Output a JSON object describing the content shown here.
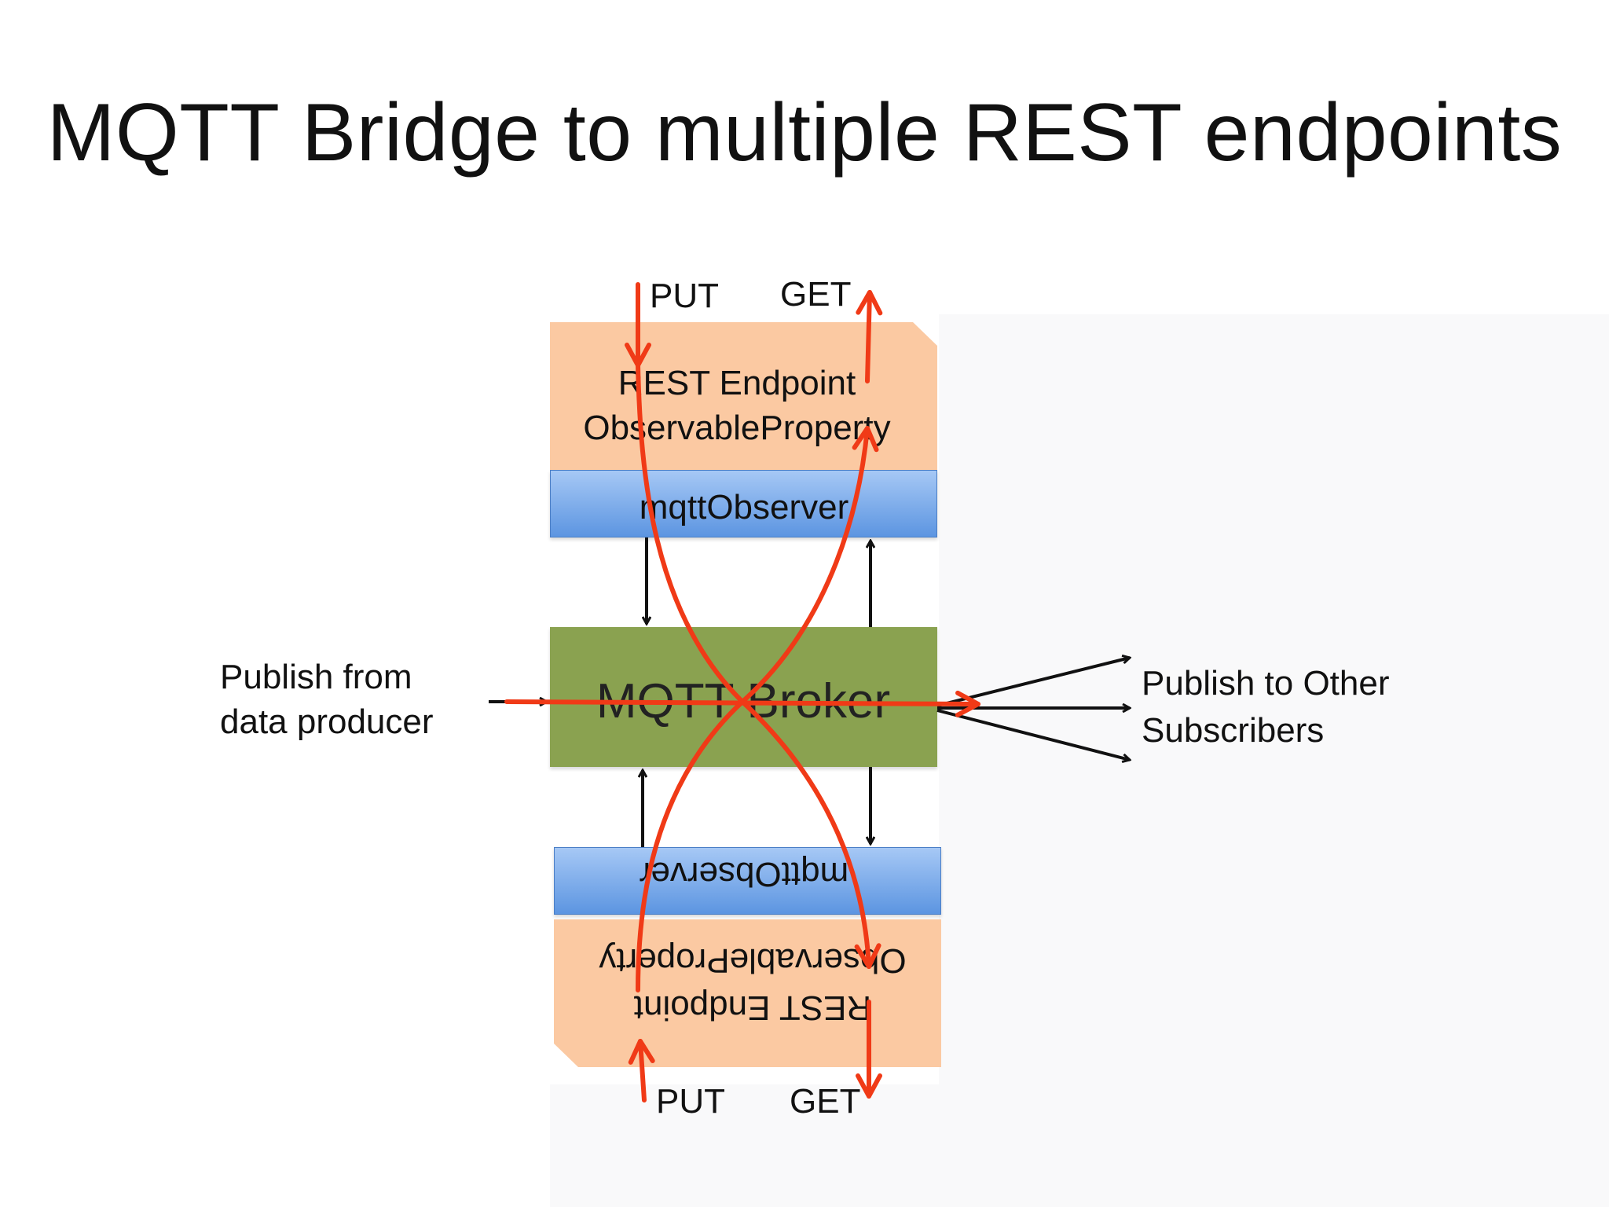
{
  "slide": {
    "title": "MQTT Bridge to multiple REST endpoints"
  },
  "top_endpoint": {
    "put_label": "PUT",
    "get_label": "GET",
    "rest_line1": "REST Endpoint",
    "rest_line2": "ObservableProperty",
    "observer_label": "mqttObserver"
  },
  "broker": {
    "label": "MQTT Broker"
  },
  "bottom_endpoint": {
    "put_label": "PUT",
    "get_label": "GET",
    "rest_line1": "REST Endpoint",
    "rest_line2": "ObservableProperty",
    "observer_label": "mqttObserver",
    "text_orientation": "upside-down"
  },
  "left_side": {
    "line1": "Publish from",
    "line2": "data producer"
  },
  "right_side": {
    "line1": "Publish to Other",
    "line2": "Subscribers"
  },
  "colors": {
    "rest_endpoint_fill": "#fbc9a2",
    "observer_fill": "#7aaaeb",
    "broker_fill": "#8aa250",
    "flow_arrow": "#f03a17",
    "connector_arrow": "#111111"
  }
}
